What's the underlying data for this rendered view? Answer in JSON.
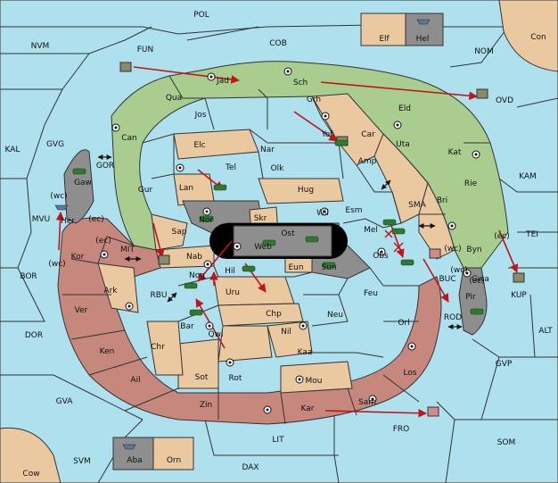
{
  "game": {
    "sea_provinces": [
      "POL",
      "NVM",
      "FUN",
      "COB",
      "NOM",
      "OVD",
      "Con",
      "KAL",
      "GVG",
      "GOR",
      "MVU",
      "MIT",
      "BOR",
      "RBU",
      "DOR",
      "GVA",
      "SMA",
      "TEI",
      "KAM",
      "KUP",
      "BUC",
      "ROD",
      "ALT",
      "GVP",
      "SOM",
      "FRO",
      "LIT",
      "SVM",
      "DAX",
      "Cow"
    ],
    "inland_provinces": [
      "Jad",
      "Sch",
      "Qua",
      "Jos",
      "Grh",
      "Can",
      "Elc",
      "Nar",
      "Yof",
      "Car",
      "Eld",
      "Uta",
      "Kat",
      "Tel",
      "Olk",
      "Amp",
      "Lan",
      "Hug",
      "Gur",
      "Bri",
      "Rie",
      "Gaw",
      "Wil",
      "Esm",
      "Nor",
      "Skr",
      "Ost",
      "Web",
      "Mel",
      "Sap",
      "Her",
      "Kor",
      "Nab",
      "Eun",
      "Sun",
      "Obs",
      "Byn",
      "Gwa",
      "Hil",
      "Nog",
      "Ark",
      "Uru",
      "Feu",
      "Pir",
      "Chp",
      "Neu",
      "Ver",
      "Bar",
      "Qwi",
      "Orl",
      "Nil",
      "Ken",
      "Chr",
      "Kaa",
      "Los",
      "Ail",
      "Sot",
      "Rot",
      "Mou",
      "Zin",
      "Kar",
      "Sam",
      "Elf",
      "Hel",
      "Aba",
      "Orn"
    ],
    "coast_tags": [
      "(wc)",
      "(ec)",
      "(ec)",
      "(wc)",
      "(ec)",
      "(wc)",
      "(wc)",
      "(ec)"
    ]
  }
}
